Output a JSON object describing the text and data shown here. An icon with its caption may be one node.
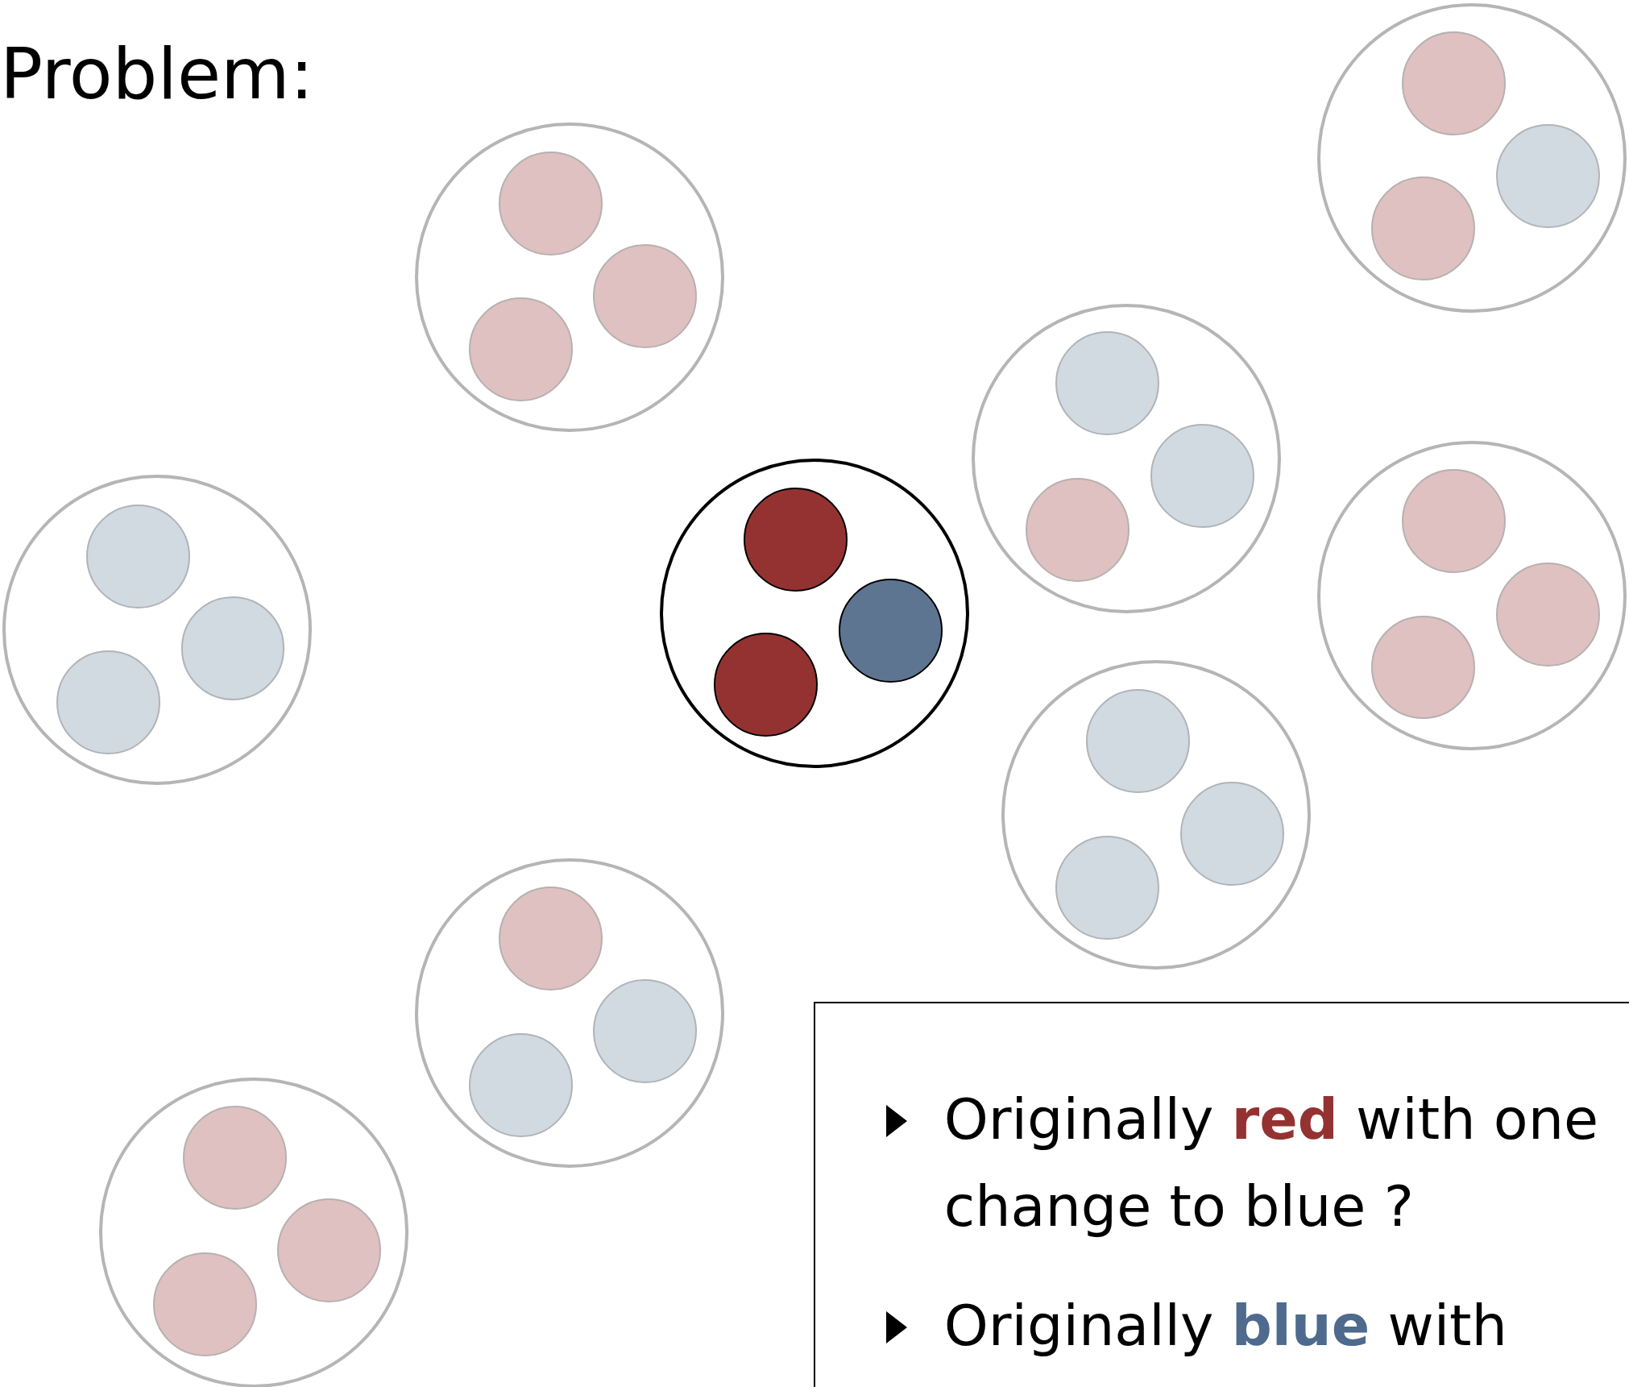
{
  "diagram": {
    "title": "Problem:",
    "nodes": [
      {
        "text": [],
        "shape": "circle"
      },
      {
        "text": [],
        "shape": "circle",
        "in": 0
      },
      {
        "text": [],
        "shape": "circle",
        "in": 0
      },
      {
        "text": [],
        "shape": "circle",
        "in": 0
      },
      {
        "text": [],
        "shape": "circle"
      },
      {
        "text": [],
        "shape": "circle",
        "in": 4
      },
      {
        "text": [],
        "shape": "circle",
        "in": 4
      },
      {
        "text": [],
        "shape": "circle",
        "in": 4
      },
      {
        "text": [],
        "shape": "circle"
      },
      {
        "text": [],
        "shape": "circle",
        "in": 8
      },
      {
        "text": [],
        "shape": "circle",
        "in": 8
      },
      {
        "text": [],
        "shape": "circle",
        "in": 8
      },
      {
        "text": [],
        "shape": "circle"
      },
      {
        "text": [],
        "shape": "circle",
        "in": 12
      },
      {
        "text": [],
        "shape": "circle",
        "in": 12
      },
      {
        "text": [],
        "shape": "circle",
        "in": 12
      },
      {
        "text": [],
        "shape": "circle"
      },
      {
        "text": [],
        "shape": "circle",
        "in": 16
      },
      {
        "text": [],
        "shape": "circle",
        "in": 16
      },
      {
        "text": [],
        "shape": "circle",
        "in": 16
      },
      {
        "text": [],
        "shape": "circle"
      },
      {
        "text": [],
        "shape": "circle",
        "in": 20
      },
      {
        "text": [],
        "shape": "circle",
        "in": 20
      },
      {
        "text": [],
        "shape": "circle",
        "in": 20
      },
      {
        "text": [],
        "shape": "circle"
      },
      {
        "text": [],
        "shape": "circle",
        "in": 24
      },
      {
        "text": [],
        "shape": "circle",
        "in": 24
      },
      {
        "text": [],
        "shape": "circle",
        "in": 24
      },
      {
        "text": [],
        "shape": "circle"
      },
      {
        "text": [],
        "shape": "circle",
        "in": 28
      },
      {
        "text": [],
        "shape": "circle",
        "in": 28
      },
      {
        "text": [],
        "shape": "circle",
        "in": 28
      },
      {
        "text": [],
        "shape": "circle"
      },
      {
        "text": [],
        "shape": "circle",
        "in": 32
      },
      {
        "text": [],
        "shape": "circle",
        "in": 32
      },
      {
        "text": [],
        "shape": "circle",
        "in": 32
      },
      {
        "text": [
          "Originally **red** with one change to blue ?",
          "Originally **blue** with"
        ]
      }
    ]
  }
}
